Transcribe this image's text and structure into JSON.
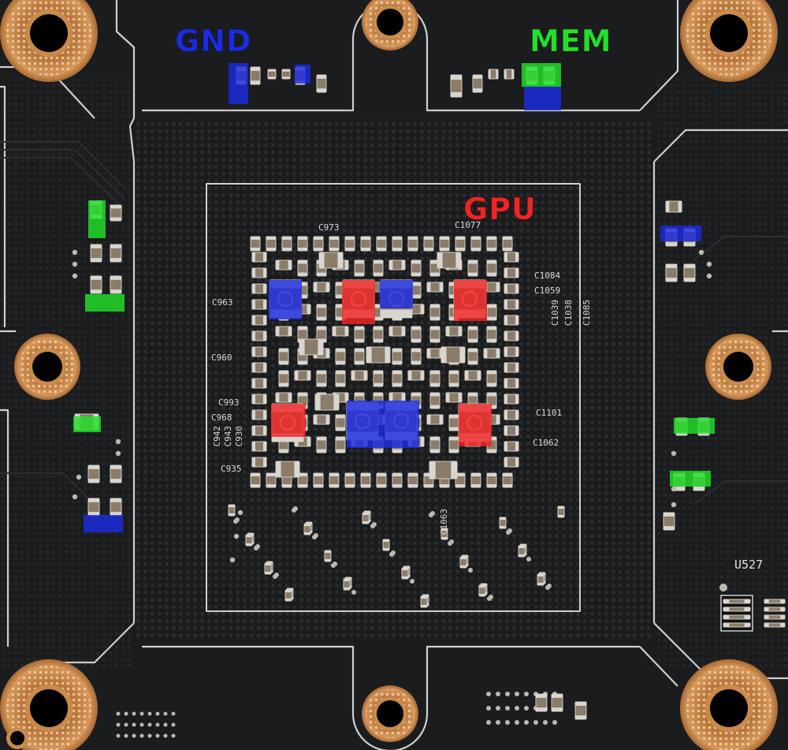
{
  "legend": {
    "gnd": "GND",
    "mem": "MEM",
    "gpu": "GPU"
  },
  "colors": {
    "gnd": "#1c2be0",
    "mem": "#22e02a",
    "gpu": "#f02525",
    "pcb": "#1a1b1d",
    "silkscreen": "#d0d0d0",
    "copper": "#c98a4a"
  },
  "silkscreen": {
    "c973": "C973",
    "c1077": "C1077",
    "c963": "C963",
    "c960": "C960",
    "c993": "C993",
    "c968": "C968",
    "c942": "C942",
    "c943": "C943",
    "c930": "C930",
    "c935": "C935",
    "c1084": "C1084",
    "c1059": "C1059",
    "c1039": "C1039",
    "c1038": "C1038",
    "c1085": "C1085",
    "c1101": "C1101",
    "c1062": "C1062",
    "c1063": "C1063",
    "u527": "U527"
  }
}
